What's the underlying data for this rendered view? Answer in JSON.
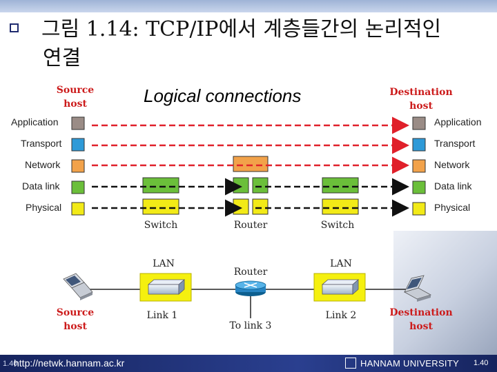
{
  "title": {
    "line1": "그림 1.14:  TCP/IP에서 계층들간의 논리적인",
    "line2": "연결"
  },
  "diagram": {
    "heading": "Logical connections",
    "source_host": [
      "Source",
      "host"
    ],
    "destination_host": [
      "Destination",
      "host"
    ],
    "layers": [
      "Application",
      "Transport",
      "Network",
      "Data link",
      "Physical"
    ],
    "layer_colors": [
      "#9a8c86",
      "#2e9ad8",
      "#f2a24a",
      "#6bbf3a",
      "#f2ea17"
    ],
    "devices_top": [
      "Switch",
      "Router",
      "Switch"
    ],
    "lan_labels": [
      "LAN",
      "LAN"
    ],
    "router_label": "Router",
    "link_labels": [
      "Link 1",
      "To link 3",
      "Link 2"
    ],
    "bottom_source_host": [
      "Source",
      "host"
    ],
    "bottom_destination_host": [
      "Destination",
      "host"
    ]
  },
  "footer": {
    "page_small": "1.40",
    "url": "http://netwk.hannam.ac.kr",
    "university": "HANNAM  UNIVERSITY",
    "slide_number": "1.40"
  },
  "colors": {
    "dash_red": "#e0202a",
    "dash_black": "#111111",
    "label_red": "#cc1b1b",
    "footer_bg": "#1a2a6c"
  }
}
